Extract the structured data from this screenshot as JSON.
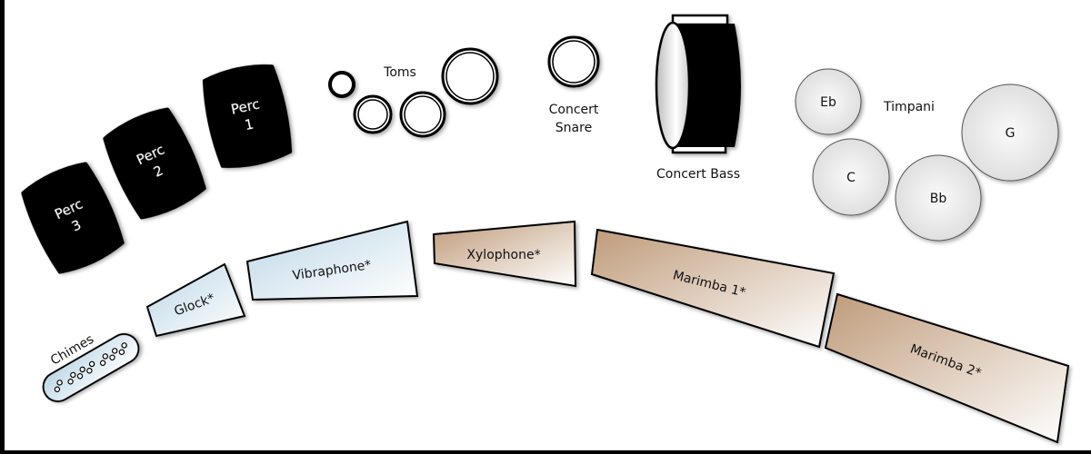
{
  "colors": {
    "mallet_blue": "#c6dcea",
    "mallet_brown": "#c4a283",
    "timpani": "#e6e6e6",
    "black": "#000000"
  },
  "perc": [
    {
      "name": "Perc",
      "num": "1"
    },
    {
      "name": "Perc",
      "num": "2"
    },
    {
      "name": "Perc",
      "num": "3"
    }
  ],
  "toms": {
    "label": "Toms"
  },
  "snare": {
    "line1": "Concert",
    "line2": "Snare"
  },
  "bass": {
    "label": "Concert Bass"
  },
  "timpani": {
    "label": "Timpani",
    "drums": [
      "Eb",
      "C",
      "Bb",
      "G"
    ]
  },
  "mallets": {
    "chimes": "Chimes",
    "glock": "Glock*",
    "vibraphone": "Vibraphone*",
    "xylophone": "Xylophone*",
    "marimba1": "Marimba 1*",
    "marimba2": "Marimba 2*"
  }
}
